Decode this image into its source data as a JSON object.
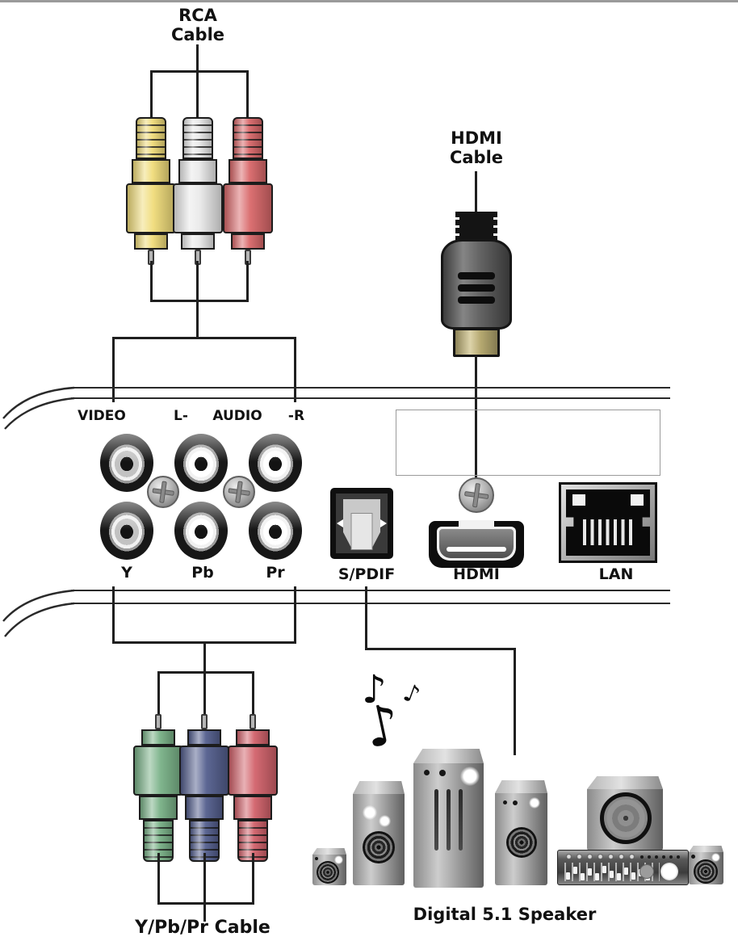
{
  "colors": {
    "line": "#1f1f1f",
    "edge": "#2a2a2a",
    "rca-yellow": "#f0dc7a",
    "rca-white": "#e9e9e9",
    "rca-red": "#d9686a",
    "comp-green": "#79b187",
    "comp-blue": "#545f8e",
    "comp-red": "#d2626b",
    "hdmi-gold": "#cabc7d"
  },
  "labels": {
    "rca_line1": "RCA",
    "rca_line2": "Cable",
    "hdmi_line1": "HDMI",
    "hdmi_line2": "Cable",
    "video": "VIDEO",
    "audio_l": "L-",
    "audio": "AUDIO",
    "audio_r": "-R",
    "y": "Y",
    "pb": "Pb",
    "pr": "Pr",
    "spdif": "S/PDIF",
    "hdmi": "HDMI",
    "lan": "LAN",
    "ypbpr_cable": "Y/Pb/Pr Cable",
    "speaker": "Digital 5.1 Speaker",
    "note_glyph": "♪"
  }
}
